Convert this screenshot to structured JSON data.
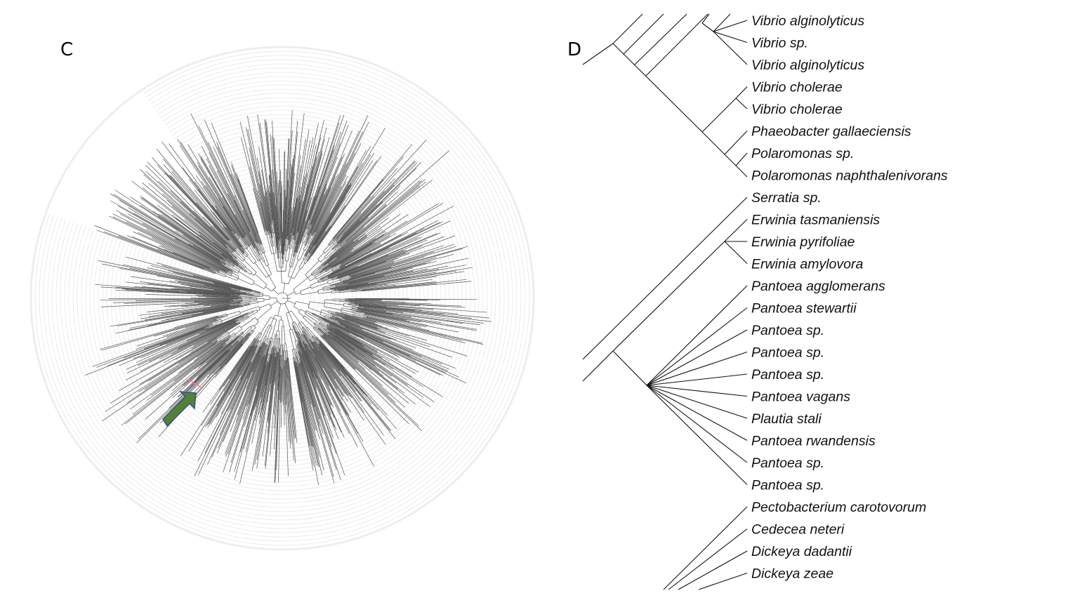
{
  "figure": {
    "panels": [
      {
        "id": "C",
        "label": "C",
        "type": "circular-phylogenetic-tree",
        "description": "Large circular phylogeny with faint concentric guide rings; one highlighted branch",
        "highlight_branch_color": "#f08080",
        "arrow": {
          "color_fill": "#548235",
          "color_stroke": "#2f4f8f",
          "direction": "pointing to highlighted branch"
        }
      },
      {
        "id": "D",
        "label": "D",
        "type": "rectangular-cladogram-subtree"
      }
    ]
  },
  "colors": {
    "branch": "#555555",
    "ring": "#e6e6e6",
    "text": "#111111",
    "highlight": "#f08080",
    "arrow_fill": "#548235",
    "arrow_stroke": "#2f4f8f"
  },
  "panel_d": {
    "taxa": [
      "Vibrio alginolyticus",
      "Vibrio sp.",
      "Vibrio alginolyticus",
      "Vibrio cholerae",
      "Vibrio cholerae",
      "Phaeobacter gallaeciensis",
      "Polaromonas sp.",
      "Polaromonas naphthalenivorans",
      "Serratia sp.",
      "Erwinia tasmaniensis",
      "Erwinia pyrifoliae",
      "Erwinia amylovora",
      "Pantoea agglomerans",
      "Pantoea stewartii",
      "Pantoea sp.",
      "Pantoea sp.",
      "Pantoea sp.",
      "Pantoea vagans",
      "Plautia stali",
      "Pantoea rwandensis",
      "Pantoea sp.",
      "Pantoea sp.",
      "Pectobacterium carotovorum",
      "Cedecea neteri",
      "Dickeya dadantii",
      "Dickeya zeae"
    ]
  }
}
